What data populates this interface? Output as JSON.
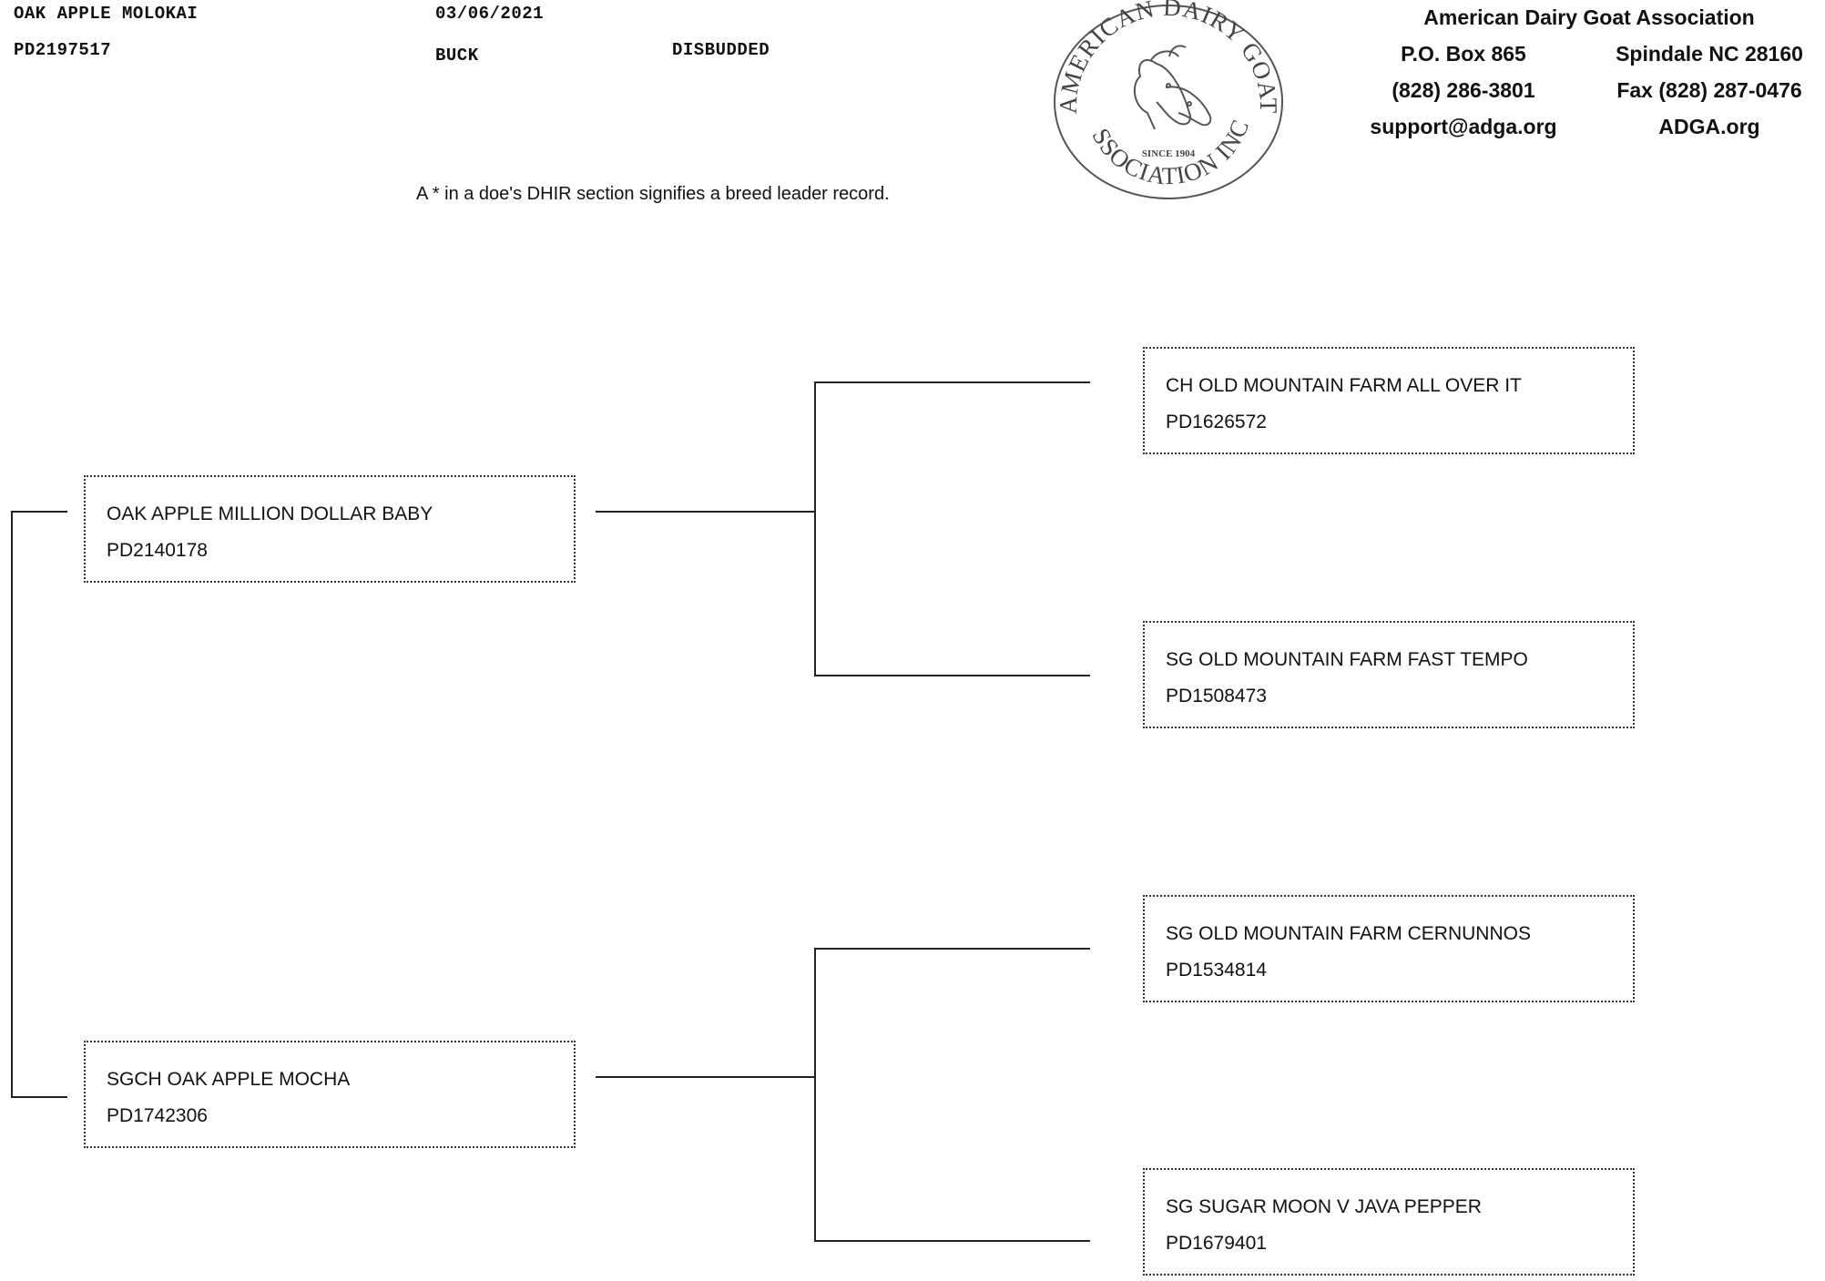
{
  "animal": {
    "name": "OAK APPLE MOLOKAI",
    "reg_no": "PD2197517",
    "birth_date": "03/06/2021",
    "sex": "BUCK",
    "horn_status": "DISBUDDED"
  },
  "note": "A * in a doe's DHIR section signifies a breed leader record.",
  "logo": {
    "top_text": "AMERICAN DAIRY GOAT",
    "bottom_text": "ASSOCIATION INC.",
    "since": "SINCE 1904"
  },
  "org": {
    "name": "American Dairy Goat Association",
    "address": "P.O. Box 865",
    "city": "Spindale NC 28160",
    "phone": "(828) 286-3801",
    "fax": "Fax (828) 287-0476",
    "email": "support@adga.org",
    "website": "ADGA.org"
  },
  "pedigree": {
    "sire": {
      "name": "OAK APPLE MILLION DOLLAR BABY",
      "reg": "PD2140178"
    },
    "dam": {
      "name": "SGCH OAK APPLE MOCHA",
      "reg": "PD1742306"
    },
    "sire_sire": {
      "name": "CH OLD MOUNTAIN FARM ALL OVER IT",
      "reg": "PD1626572"
    },
    "sire_dam": {
      "name": "SG OLD MOUNTAIN FARM FAST TEMPO",
      "reg": "PD1508473"
    },
    "dam_sire": {
      "name": "SG OLD MOUNTAIN FARM CERNUNNOS",
      "reg": "PD1534814"
    },
    "dam_dam": {
      "name": "SG SUGAR MOON V JAVA PEPPER",
      "reg": "PD1679401"
    }
  }
}
